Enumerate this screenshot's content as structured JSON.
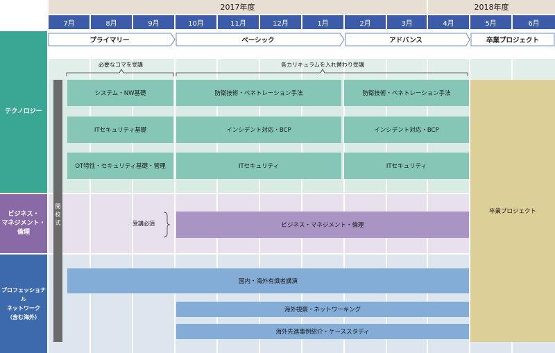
{
  "years": {
    "y2017": "2017年度",
    "y2018": "2018年度"
  },
  "months": [
    "7月",
    "8月",
    "9月",
    "10月",
    "11月",
    "12月",
    "1月",
    "2月",
    "3月",
    "4月",
    "5月",
    "6月"
  ],
  "phases": {
    "primary": "プライマリー",
    "basic": "ベーシック",
    "advanced": "アドバンス",
    "graduation": "卒業プロジェクト"
  },
  "notes": {
    "required_frames": "必要なコマを受講",
    "rotating": "各カリキュラムを入れ替わり受講",
    "mandatory": "受講必須"
  },
  "categories": {
    "technology": "テクノロジー",
    "business_line1": "ビジネス・",
    "business_line2": "マネジメント・",
    "business_line3": "倫理",
    "network_line1": "プロフェッショナル",
    "network_line2": "ネットワーク",
    "network_line3": "（含む海外）"
  },
  "opening": {
    "line1": "開",
    "line2": "校",
    "line3": "式"
  },
  "courses": {
    "sys_nw": "システム・NW基礎",
    "it_sec_basic": "ITセキュリティ基礎",
    "ot": "OT特性・セキュリティ基礎・管理",
    "defense1": "防衛技術・ペネトレーション手法",
    "incident1": "インシデント対応・BCP",
    "itsec1": "ITセキュリティ",
    "defense2": "防衛技術・ペネトレーション手法",
    "incident2": "インシデント対応・BCP",
    "itsec2": "ITセキュリティ",
    "graduation": "卒業プロジェクト",
    "business": "ビジネス・マネジメント・倫理",
    "lectures": "国内・海外有識者講演",
    "overseas": "海外視察・ネットワーキング",
    "casestudy": "海外先進事例紹介・ケーススタディ"
  },
  "colors": {
    "month_header": "#3c5caa",
    "teal": "#85c6b6",
    "purple": "#a994c4",
    "blue": "#83acd6",
    "tech_category": "#3aa795",
    "biz_category": "#8a6aa6",
    "net_category": "#3d69ad",
    "graduation": "#ddcf98"
  }
}
